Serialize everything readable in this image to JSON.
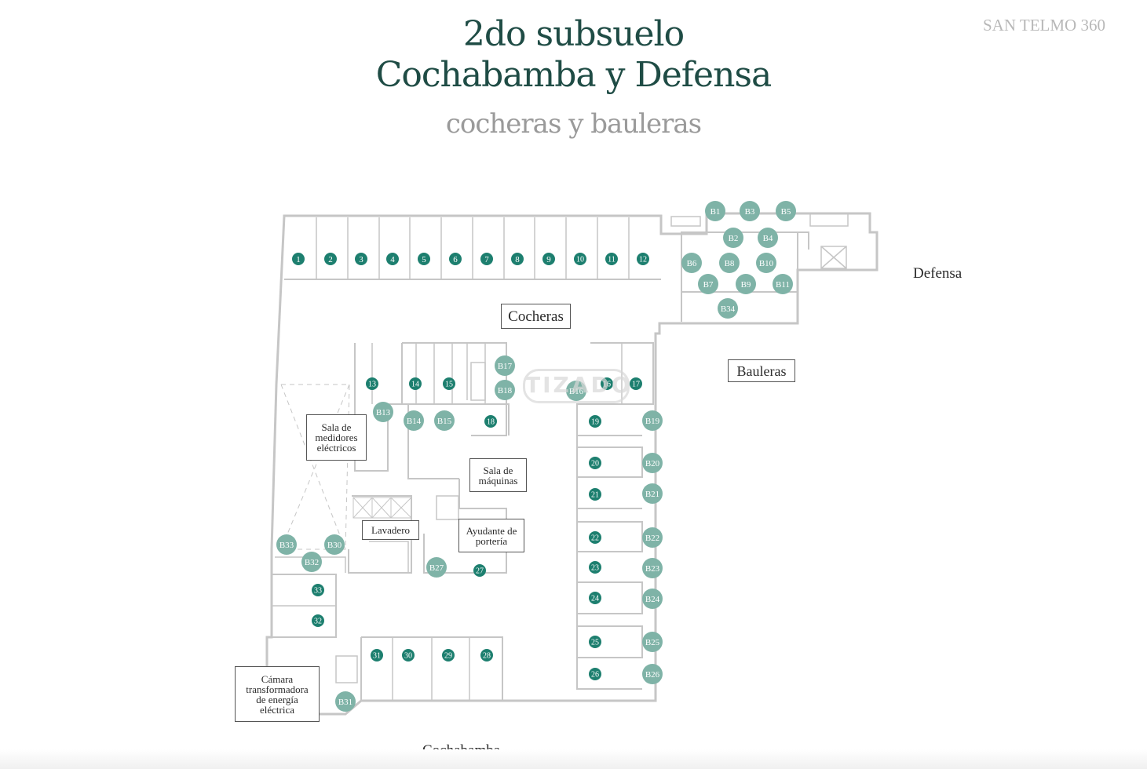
{
  "header": {
    "title_line1": "2do subsuelo",
    "title_line2": "Cochabamba y Defensa",
    "subtitle": "cocheras y bauleras",
    "brand": "SAN TELMO 360"
  },
  "streets": {
    "defensa": "Defensa",
    "cochabamba": "Cochabamba"
  },
  "labels": {
    "cocheras": "Cocheras",
    "bauleras": "Bauleras",
    "sala_medidores": "Sala de\nmedidores\neléctricos",
    "sala_maquinas": "Sala de\nmáquinas",
    "lavadero": "Lavadero",
    "ayudante": "Ayudante de\nportería",
    "camara": "Cámara\ntransformadora\nde energía\neléctrica"
  },
  "watermark": "TIZADO",
  "colors": {
    "title": "#1f4c45",
    "parking_marker": "#1d7f6f",
    "storage_marker": "#7fb3a7",
    "walls": "#c8c8c8"
  },
  "parking_spaces": [
    "1",
    "2",
    "3",
    "4",
    "5",
    "6",
    "7",
    "8",
    "9",
    "10",
    "11",
    "12",
    "13",
    "14",
    "15",
    "16",
    "17",
    "18",
    "19",
    "20",
    "21",
    "22",
    "23",
    "24",
    "25",
    "26",
    "27",
    "28",
    "29",
    "30",
    "31",
    "32",
    "33"
  ],
  "storage_units": [
    "B1",
    "B2",
    "B3",
    "B4",
    "B5",
    "B6",
    "B7",
    "B8",
    "B9",
    "B10",
    "B11",
    "B13",
    "B14",
    "B15",
    "B16",
    "B17",
    "B18",
    "B19",
    "B20",
    "B21",
    "B22",
    "B23",
    "B24",
    "B25",
    "B26",
    "B27",
    "B30",
    "B31",
    "B32",
    "B33",
    "B34"
  ]
}
